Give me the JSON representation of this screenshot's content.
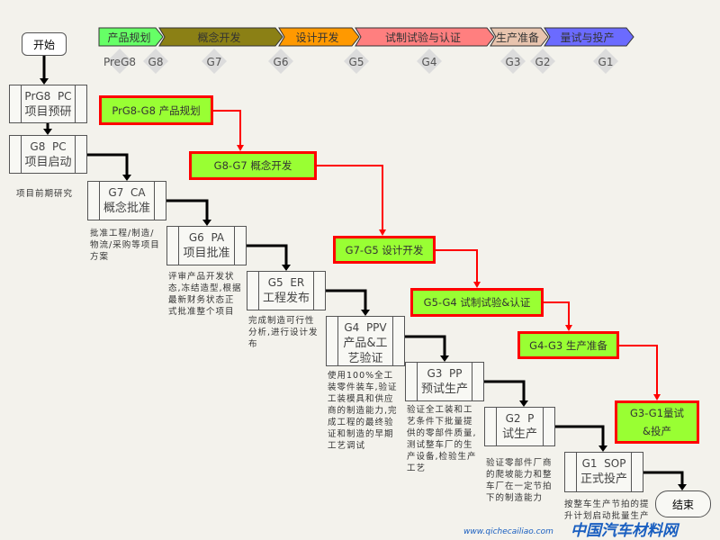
{
  "phases": [
    {
      "label": "产品规划",
      "color": "#66ff66"
    },
    {
      "label": "概念开发",
      "color": "#8b8015"
    },
    {
      "label": "设计开发",
      "color": "#ff9900"
    },
    {
      "label": "试制试验与认证",
      "color": "#ff7f7f"
    },
    {
      "label": "生产准备",
      "color": "#e8c4ae"
    },
    {
      "label": "量试与投产",
      "color": "#6b6bff"
    }
  ],
  "gates": [
    "PreG8",
    "G8",
    "G7",
    "G6",
    "G5",
    "G4",
    "G3",
    "G2",
    "G1"
  ],
  "start": "开始",
  "end": "结束",
  "steps": [
    {
      "code": "PrG8  PC",
      "name": "项目预研",
      "note": ""
    },
    {
      "code": "G8  PC",
      "name": "项目启动",
      "note": "项目前期研究"
    },
    {
      "code": "G7  CA",
      "name": "概念批准",
      "note": "批准工程/制造/物流/采购等项目方案"
    },
    {
      "code": "G6  PA",
      "name": "项目批准",
      "note": "评审产品开发状态,冻结造型,根据最新财务状态正式批准整个项目"
    },
    {
      "code": "G5  ER",
      "name": "工程发布",
      "note": "完成制造可行性分析,进行设计发布"
    },
    {
      "code": "G4  PPV",
      "name": "产品&工艺验证",
      "note": "使用100%全工装零件装车,验证工装模具和供应商的制造能力,完成工程的最终验证和制造的早期工艺调试"
    },
    {
      "code": "G3  PP",
      "name": "预试生产",
      "note": "验证全工装和工艺条件下批量提供的零部件质量,测试整车厂的生产设备,检验生产工艺"
    },
    {
      "code": "G2  P",
      "name": "试生产",
      "note": "验证零部件厂商的爬坡能力和整车厂在一定节拍下的制造能力"
    },
    {
      "code": "G1  SOP",
      "name": "正式投产",
      "note": "按整车生产节拍的提升计划启动批量生产"
    }
  ],
  "stages": [
    "PrG8-G8 产品规划",
    "G8-G7 概念开发",
    "G7-G5 设计开发",
    "G5-G4 试制试验&认证",
    "G4-G3 生产准备",
    "G3-G1量试&投产"
  ],
  "watermark": {
    "name": "中国汽车材料网",
    "url": "www.qichecailiao.com"
  }
}
